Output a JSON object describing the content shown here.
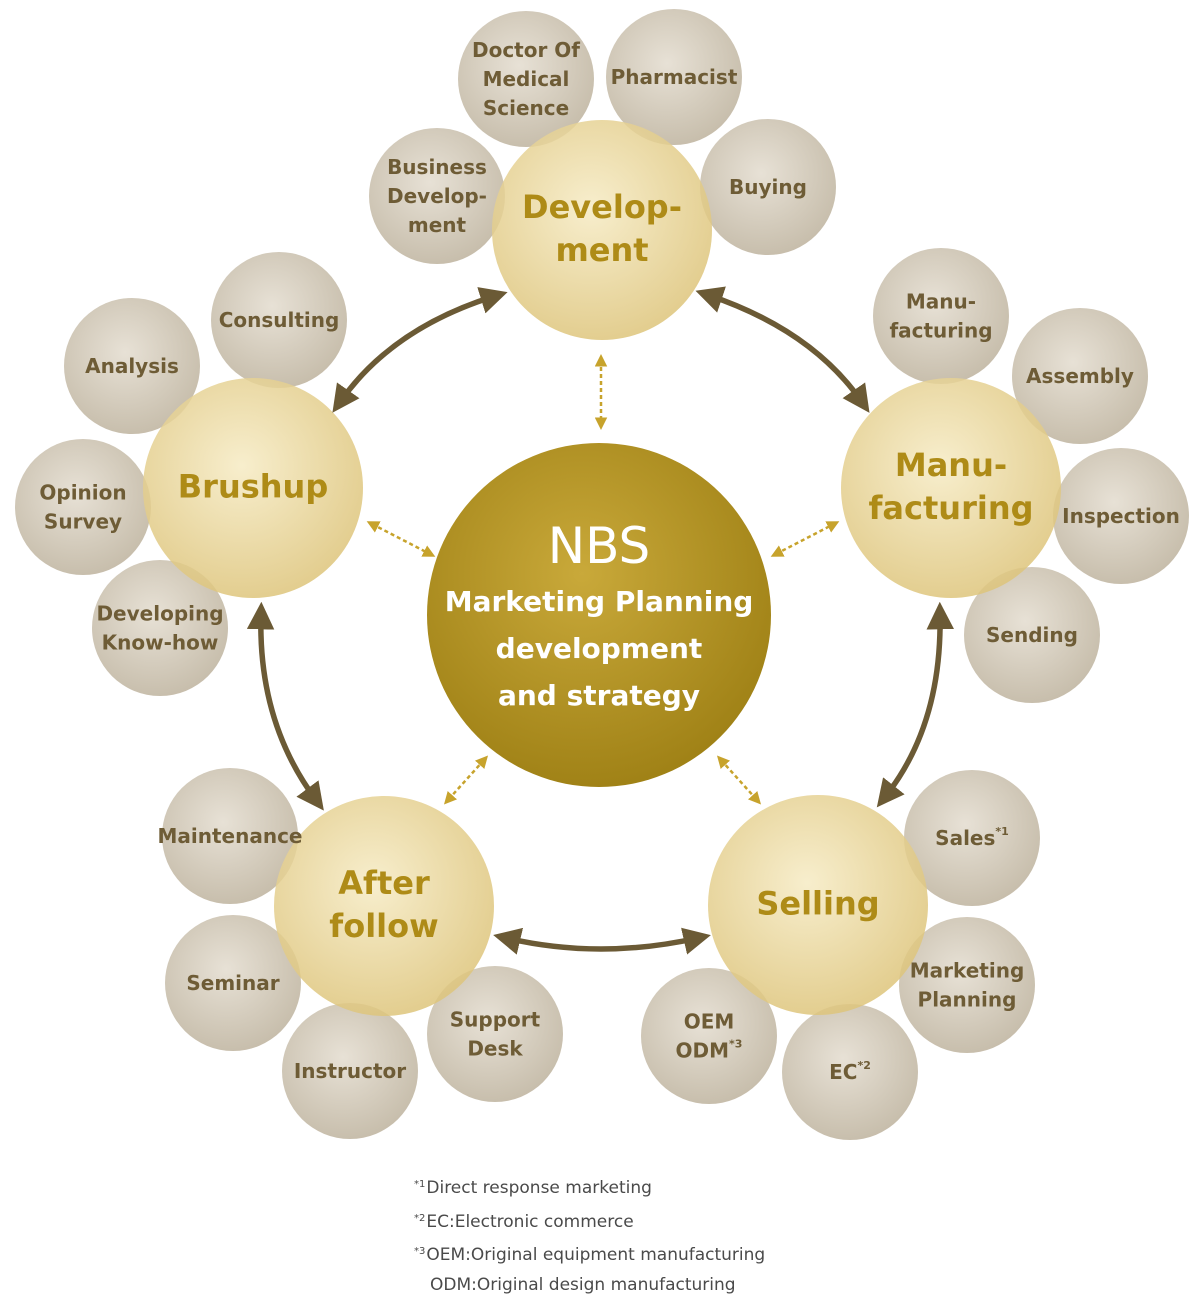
{
  "colors": {
    "satellite_fill": "#cbc1af",
    "satellite_text": "#6e5c36",
    "phase_fill": "#ebd697",
    "phase_text": "#ae8b17",
    "center_fill": "#b2921e",
    "center_text": "#ffffff",
    "solid_arrow": "#6b5a35",
    "dotted_arrow": "#c7a32c",
    "footnote_text": "#4a4a4a"
  },
  "center": {
    "title": "NBS",
    "lines": [
      "Marketing Planning",
      "development",
      "and strategy"
    ]
  },
  "phases": [
    {
      "id": "development",
      "lines": [
        "Develop-",
        "ment"
      ]
    },
    {
      "id": "manufacturing",
      "lines": [
        "Manu-",
        "facturing"
      ]
    },
    {
      "id": "selling",
      "lines": [
        "Selling"
      ]
    },
    {
      "id": "after-follow",
      "lines": [
        "After",
        "follow"
      ]
    },
    {
      "id": "brushup",
      "lines": [
        "Brushup"
      ]
    }
  ],
  "satellites": [
    {
      "id": "doctor",
      "lines": [
        "Doctor Of",
        "Medical",
        "Science"
      ]
    },
    {
      "id": "pharmacist",
      "lines": [
        "Pharmacist"
      ]
    },
    {
      "id": "business-development",
      "lines": [
        "Business",
        "Develop-",
        "ment"
      ]
    },
    {
      "id": "buying",
      "lines": [
        "Buying"
      ]
    },
    {
      "id": "manufacturing-sub",
      "lines": [
        "Manu-",
        "facturing"
      ]
    },
    {
      "id": "assembly",
      "lines": [
        "Assembly"
      ]
    },
    {
      "id": "inspection",
      "lines": [
        "Inspection"
      ]
    },
    {
      "id": "sending",
      "lines": [
        "Sending"
      ]
    },
    {
      "id": "sales",
      "lines": [
        "Sales"
      ],
      "sup": "*1"
    },
    {
      "id": "marketing-planning",
      "lines": [
        "Marketing",
        "Planning"
      ]
    },
    {
      "id": "ec",
      "lines": [
        "EC"
      ],
      "sup": "*2"
    },
    {
      "id": "oem-odm",
      "lines": [
        "OEM",
        "ODM"
      ],
      "sup": "*3"
    },
    {
      "id": "maintenance",
      "lines": [
        "Maintenance"
      ]
    },
    {
      "id": "seminar",
      "lines": [
        "Seminar"
      ]
    },
    {
      "id": "instructor",
      "lines": [
        "Instructor"
      ]
    },
    {
      "id": "support-desk",
      "lines": [
        "Support",
        "Desk"
      ]
    },
    {
      "id": "consulting",
      "lines": [
        "Consulting"
      ]
    },
    {
      "id": "analysis",
      "lines": [
        "Analysis"
      ]
    },
    {
      "id": "opinion-survey",
      "lines": [
        "Opinion",
        "Survey"
      ]
    },
    {
      "id": "developing-know-how",
      "lines": [
        "Developing",
        "Know-how"
      ]
    }
  ],
  "footnotes": [
    {
      "mark": "*1",
      "text": "Direct response marketing"
    },
    {
      "mark": "*2",
      "text": "EC:Electronic commerce"
    },
    {
      "mark": "*3",
      "text": "OEM:Original equipment manufacturing"
    },
    {
      "mark": "",
      "text": "ODM:Original design manufacturing"
    }
  ]
}
